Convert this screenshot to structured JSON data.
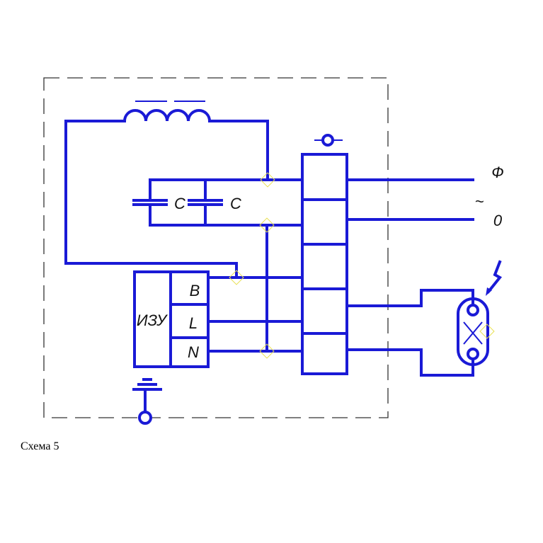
{
  "diagram": {
    "labels": {
      "capacitor_1": "C",
      "capacitor_2": "C",
      "igniter": "ИЗУ",
      "igniter_terminal_b": "B",
      "igniter_terminal_l": "L",
      "igniter_terminal_n": "N",
      "phase": "Ф",
      "ac_symbol": "~",
      "neutral": "0"
    },
    "caption": "Схема 5",
    "colors": {
      "wire": "#1a1ad6",
      "boundary": "#333333",
      "junction_marker": "#e8e050"
    },
    "icons": [
      "choke-inductor-icon",
      "capacitor-icon",
      "ground-icon",
      "lamp-icon",
      "lightning-icon"
    ]
  }
}
